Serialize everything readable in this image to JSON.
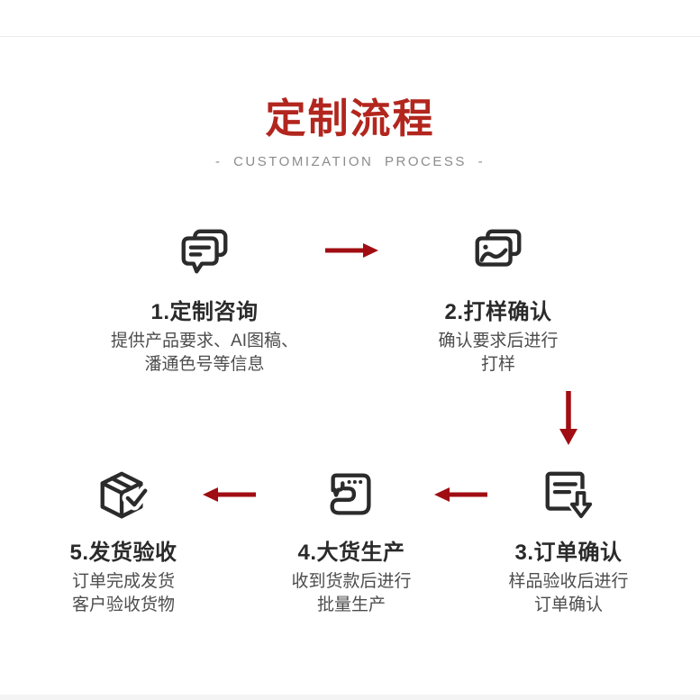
{
  "page": {
    "title": "定制流程",
    "subtitle": "- CUSTOMIZATION PROCESS -"
  },
  "colors": {
    "title_red": "#b2261e",
    "arrow_red": "#a00d12",
    "icon_dark": "#2b2b2b",
    "divider": "#ececec",
    "footer_band": "#f4f4f4"
  },
  "steps": [
    {
      "title": "1.定制咨询",
      "icon": "chat-bubbles-icon",
      "desc_line1": "提供产品要求、AI图稿、",
      "desc_line2": "潘通色号等信息"
    },
    {
      "title": "2.打样确认",
      "icon": "sample-image-icon",
      "desc_line1": "确认要求后进行",
      "desc_line2": "打样"
    },
    {
      "title": "3.订单确认",
      "icon": "order-document-icon",
      "desc_line1": "样品验收后进行",
      "desc_line2": "订单确认"
    },
    {
      "title": "4.大货生产",
      "icon": "sewing-machine-icon",
      "desc_line1": "收到货款后进行",
      "desc_line2": "批量生产"
    },
    {
      "title": "5.发货验收",
      "icon": "package-check-icon",
      "desc_line1": "订单完成发货",
      "desc_line2": "客户验收货物"
    }
  ],
  "flow_arrows": [
    {
      "from_step": 1,
      "to_step": 2,
      "direction": "right"
    },
    {
      "from_step": 2,
      "to_step": 3,
      "direction": "down"
    },
    {
      "from_step": 3,
      "to_step": 4,
      "direction": "left"
    },
    {
      "from_step": 4,
      "to_step": 5,
      "direction": "left"
    }
  ]
}
